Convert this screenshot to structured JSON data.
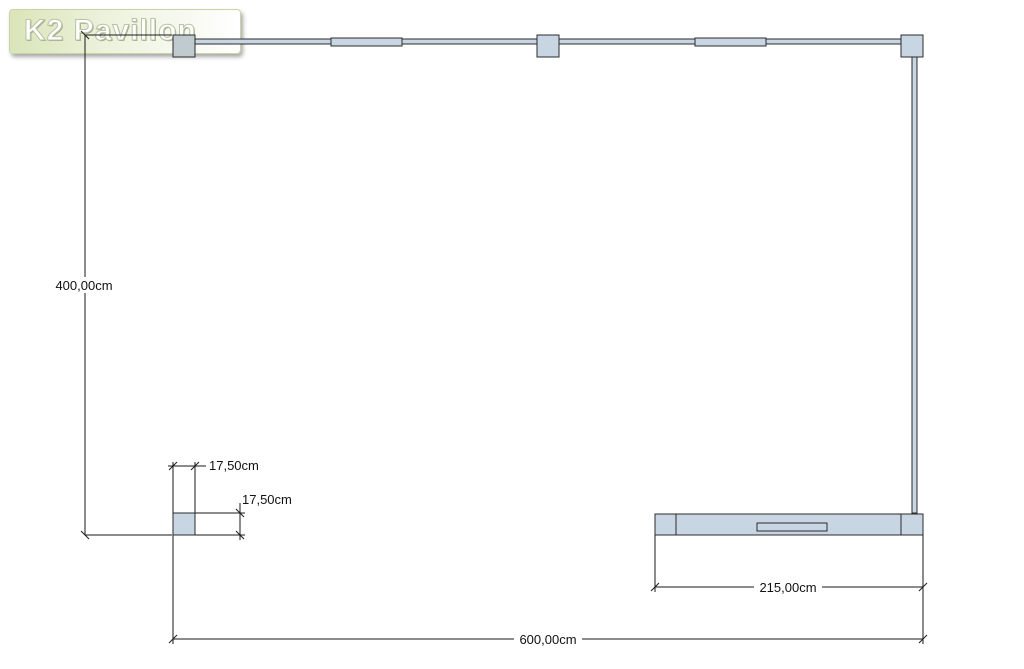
{
  "logo": {
    "text": "K2 Pavillon"
  },
  "dimensions": {
    "depth_label": "400,00cm",
    "width_label": "600,00cm",
    "door_width_label": "215,00cm",
    "post_width_label": "17,50cm",
    "post_depth_label": "17,50cm"
  },
  "colors": {
    "element_fill": "#c8d6e3",
    "element_stroke": "#2b2b2b",
    "dimension_line": "#1a1a1a",
    "background": "#ffffff"
  }
}
